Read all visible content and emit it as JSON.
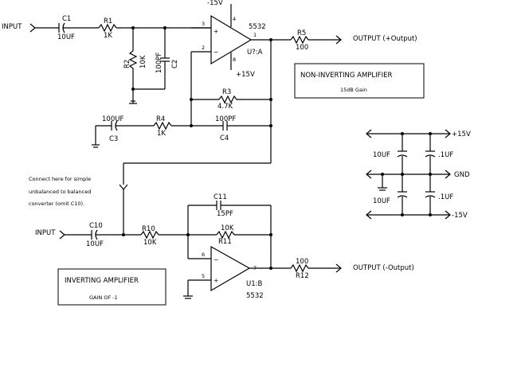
{
  "inputs": {
    "top": "INPUT",
    "bottom": "INPUT"
  },
  "outputs": {
    "top": "OUTPUT (+Output)",
    "bottom": "OUTPUT (-Output)"
  },
  "opamp_a": {
    "chip": "5532",
    "ref": "U?:A",
    "pin3": "3",
    "pin2": "2",
    "pin1": "1",
    "pin4": "4",
    "pin8": "8",
    "neg_supply": "-15V",
    "pos_supply": "+15V"
  },
  "opamp_b": {
    "chip": "5532",
    "ref": "U1:B",
    "pin6": "6",
    "pin5": "5",
    "pin7": "7"
  },
  "components": {
    "c1": {
      "ref": "C1",
      "value": "10UF"
    },
    "r1": {
      "ref": "R1",
      "value": "1K"
    },
    "r2": {
      "ref": "R2",
      "value": "10K"
    },
    "c2": {
      "ref": "C2",
      "value": "100PF"
    },
    "r5": {
      "ref": "R5",
      "value": "100"
    },
    "r3": {
      "ref": "R3",
      "value": "4.7K"
    },
    "c3": {
      "ref": "C3",
      "value": "100UF"
    },
    "r4": {
      "ref": "R4",
      "value": "1K"
    },
    "c4": {
      "ref": "C4",
      "value": "100PF"
    },
    "c11": {
      "ref": "C11",
      "value": "15PF"
    },
    "c10": {
      "ref": "C10",
      "value": "10UF"
    },
    "r10": {
      "ref": "R10",
      "value": "10K"
    },
    "r11": {
      "ref": "R11",
      "value": "10K"
    },
    "r12": {
      "ref": "R12",
      "value": "100"
    }
  },
  "boxes": {
    "noninv_title": "NON-INVERTING AMPLIFIER",
    "noninv_sub": "15dB Gain",
    "inv_title": "INVERTING AMPLIFIER",
    "inv_sub": "GAIN OF -1"
  },
  "note": {
    "line1": "Connect here for simple",
    "line2": "unbalanced to balanced",
    "line3": "converter (omit C10)."
  },
  "supply": {
    "pos": "+15V",
    "gnd": "GND",
    "neg": "-15V",
    "cap_big_1": "10UF",
    "cap_small_1": ".1UF",
    "cap_big_2": "10UF",
    "cap_small_2": ".1UF"
  }
}
